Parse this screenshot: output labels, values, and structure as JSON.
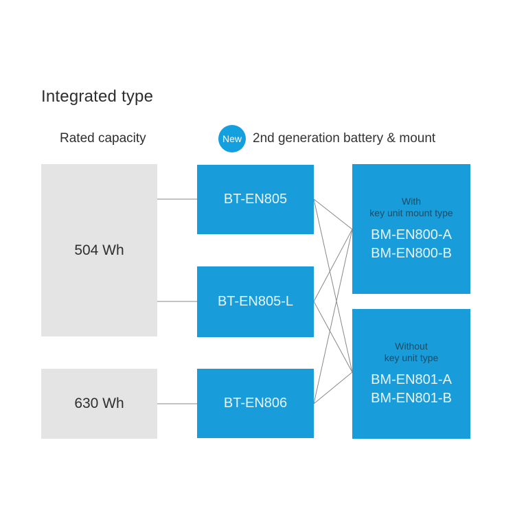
{
  "title": "Integrated type",
  "header": {
    "rated_capacity_label": "Rated capacity",
    "new_badge_label": "New",
    "new_caption": "2nd generation battery & mount"
  },
  "capacities": [
    {
      "label": "504 Wh"
    },
    {
      "label": "630 Wh"
    }
  ],
  "batteries": [
    {
      "label": "BT-EN805"
    },
    {
      "label": "BT-EN805-L"
    },
    {
      "label": "BT-EN806"
    }
  ],
  "mounts": [
    {
      "subtitle_line1": "With",
      "subtitle_line2": "key unit mount type",
      "models": [
        "BM-EN800-A",
        "BM-EN800-B"
      ]
    },
    {
      "subtitle_line1": "Without",
      "subtitle_line2": "key unit type",
      "models": [
        "BM-EN801-A",
        "BM-EN801-B"
      ]
    }
  ],
  "colors": {
    "accent_blue": "#189dda",
    "badge_blue": "#14a0df",
    "capacity_gray": "#e4e4e4",
    "connector_gray": "#878787",
    "dark_text": "#2e2e2e",
    "mount_subtitle_navy": "#1d4a63",
    "box_text_light": "#e8f4fb"
  }
}
